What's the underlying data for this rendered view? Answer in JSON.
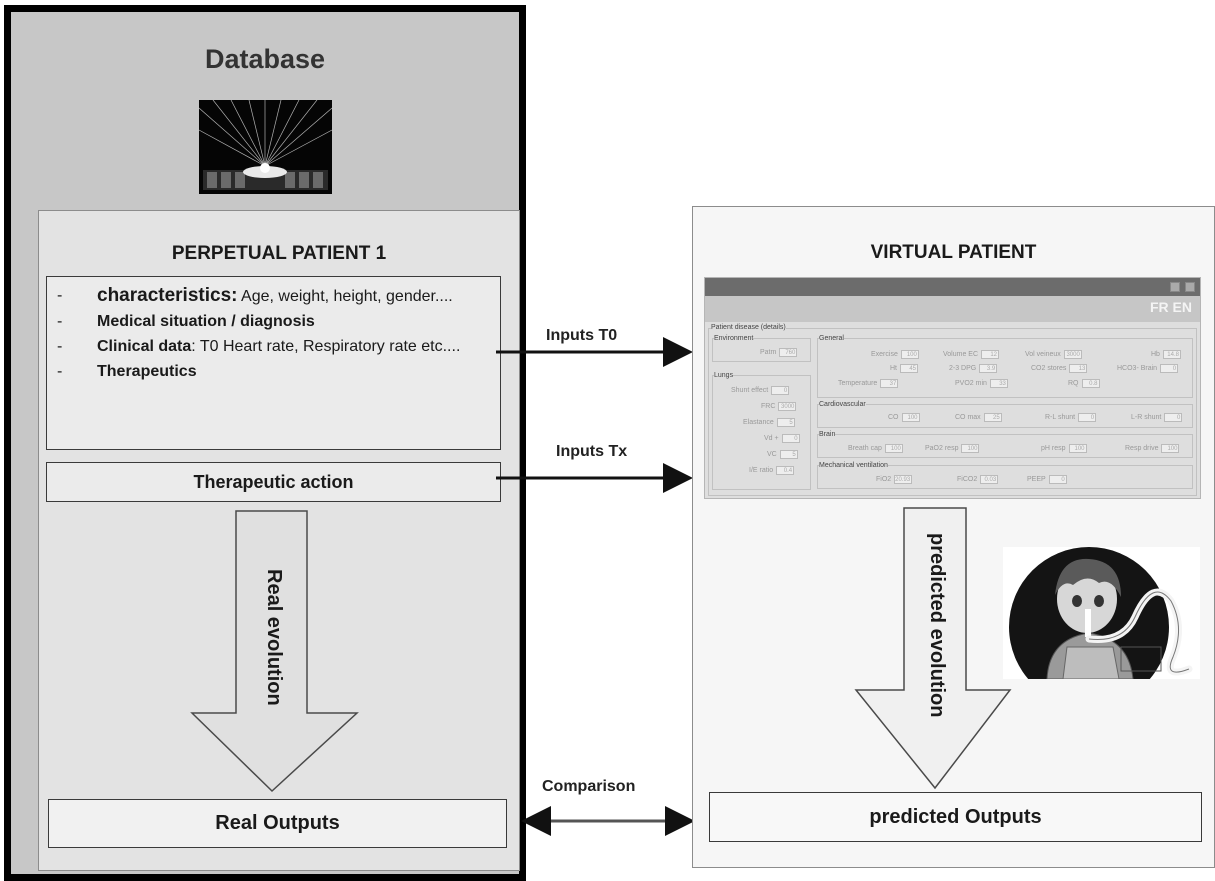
{
  "database": {
    "title": "Database",
    "patient_title": "PERPETUAL PATIENT 1",
    "items": [
      {
        "bold": "characteristics:",
        "rest": " Age, weight, height, gender...."
      },
      {
        "bold": "Medical situation / diagnosis",
        "rest": ""
      },
      {
        "bold": "Clinical data",
        "rest": ": T0 Heart rate, Respiratory rate etc...."
      },
      {
        "bold": "Therapeutics",
        "rest": ""
      }
    ],
    "bullet": "-",
    "therapeutic_action": "Therapeutic action",
    "real_evolution": "Real evolution",
    "real_outputs": "Real Outputs"
  },
  "links": {
    "inputs_t0": "Inputs T0",
    "inputs_tx": "Inputs Tx",
    "comparison": "Comparison"
  },
  "virtual": {
    "title": "VIRTUAL PATIENT",
    "predicted_evolution": "predicted evolution",
    "predicted_outputs": "predicted Outputs",
    "software": {
      "lang": "FR EN",
      "patient_disease": "Patient disease (details)",
      "environment": "Environment",
      "patm": {
        "label": "Patm",
        "value": "760"
      },
      "lungs": "Lungs",
      "shunt": {
        "label": "Shunt effect",
        "value": "0"
      },
      "frc": {
        "label": "FRC",
        "value": "3000"
      },
      "elastance": {
        "label": "Elastance",
        "value": "5"
      },
      "vd": {
        "label": "Vd +",
        "value": "0"
      },
      "vc": {
        "label": "VC",
        "value": "5"
      },
      "ie": {
        "label": "I/E ratio",
        "value": "0.4"
      },
      "general": "General",
      "exercise": {
        "label": "Exercise",
        "value": "100"
      },
      "vol_ec": {
        "label": "Volume EC",
        "value": "12"
      },
      "vol_vein": {
        "label": "Vol veineux",
        "value": "3000"
      },
      "hb": {
        "label": "Hb",
        "value": "14.8"
      },
      "ht": {
        "label": "Ht",
        "value": "45"
      },
      "dpg": {
        "label": "2-3 DPG",
        "value": "3.9"
      },
      "co2_stores": {
        "label": "CO2 stores",
        "value": "13"
      },
      "hco3": {
        "label": "HCO3- Brain",
        "value": "0"
      },
      "temp": {
        "label": "Temperature",
        "value": "37"
      },
      "pvo2": {
        "label": "PVO2 min",
        "value": "33"
      },
      "rq": {
        "label": "RQ",
        "value": "0.8"
      },
      "cardio": "Cardiovascular",
      "co": {
        "label": "CO",
        "value": "100"
      },
      "co_max": {
        "label": "CO max",
        "value": "25"
      },
      "rl_shunt": {
        "label": "R-L shunt",
        "value": "0"
      },
      "lr_shunt": {
        "label": "L-R shunt",
        "value": "0"
      },
      "brain": "Brain",
      "breath_cap": {
        "label": "Breath cap",
        "value": "100"
      },
      "pao2_resp": {
        "label": "PaO2 resp",
        "value": "100"
      },
      "ph_resp": {
        "label": "pH resp",
        "value": "100"
      },
      "resp_drive": {
        "label": "Resp drive",
        "value": "100"
      },
      "mech": "Mechanical ventilation",
      "fio2": {
        "label": "FiO2",
        "value": "20.93"
      },
      "fico2": {
        "label": "FiCO2",
        "value": "0.03"
      },
      "peep": {
        "label": "PEEP",
        "value": "0"
      }
    }
  }
}
